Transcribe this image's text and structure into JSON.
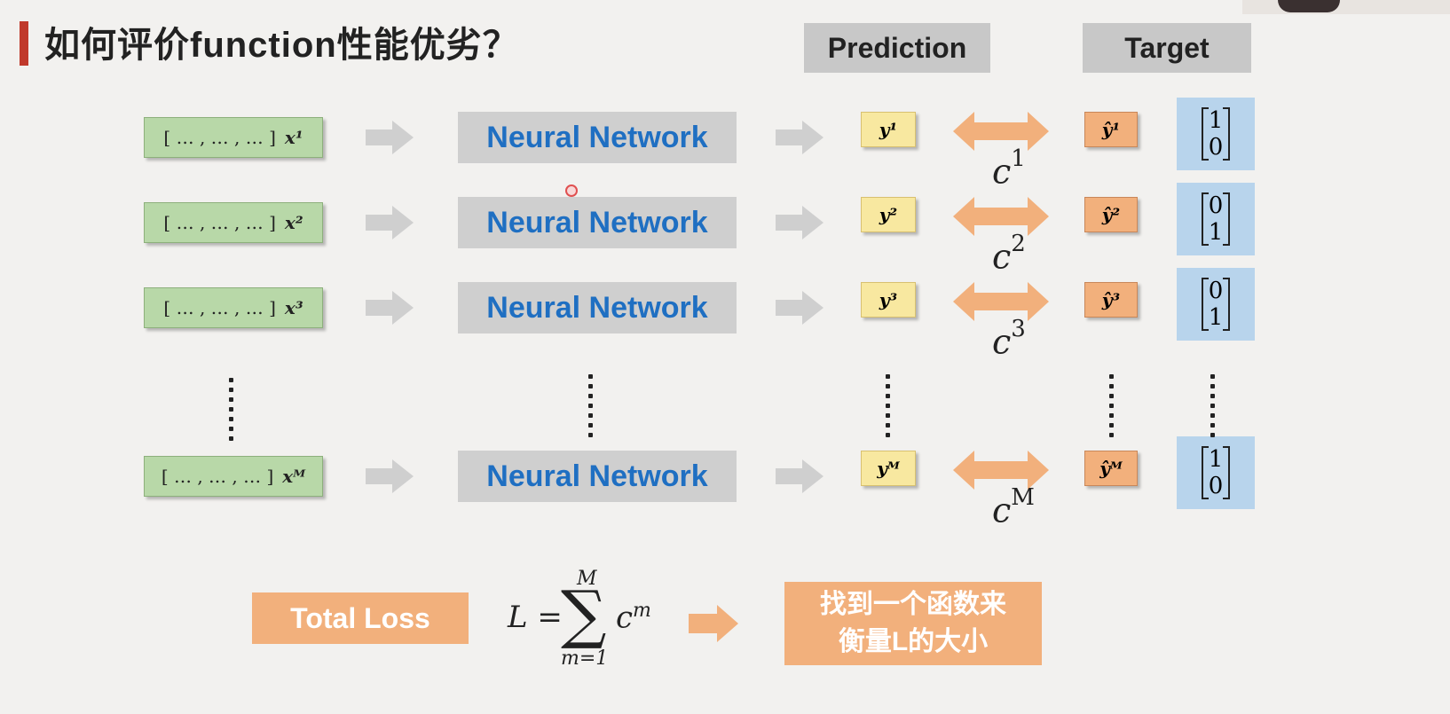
{
  "title": "如何评价function性能优劣？",
  "headers": {
    "prediction": "Prediction",
    "target": "Target"
  },
  "rows": [
    {
      "input": "[ … , … , … ]",
      "x": "x¹",
      "nn": "Neural Network",
      "y": "y¹",
      "c": "c",
      "c_sup": "1",
      "yhat": "ŷ¹",
      "target": [
        "1",
        "0"
      ]
    },
    {
      "input": "[ … , … , … ]",
      "x": "x²",
      "nn": "Neural Network",
      "y": "y²",
      "c": "c",
      "c_sup": "2",
      "yhat": "ŷ²",
      "target": [
        "0",
        "1"
      ]
    },
    {
      "input": "[ … , … , … ]",
      "x": "x³",
      "nn": "Neural Network",
      "y": "y³",
      "c": "c",
      "c_sup": "3",
      "yhat": "ŷ³",
      "target": [
        "0",
        "1"
      ]
    },
    {
      "input": "[ … , … , … ]",
      "x": "xᴹ",
      "nn": "Neural Network",
      "y": "yᴹ",
      "c": "c",
      "c_sup": "M",
      "yhat": "ŷᴹ",
      "target": [
        "1",
        "0"
      ]
    }
  ],
  "total_loss": "Total Loss",
  "formula": {
    "lhs": "L =",
    "sum_top": "M",
    "sum_symbol": "∑",
    "sum_bottom": "m=1",
    "term": "c",
    "term_sup": "m"
  },
  "result": {
    "line1": "找到一个函数来",
    "line2": "衡量L的大小"
  }
}
